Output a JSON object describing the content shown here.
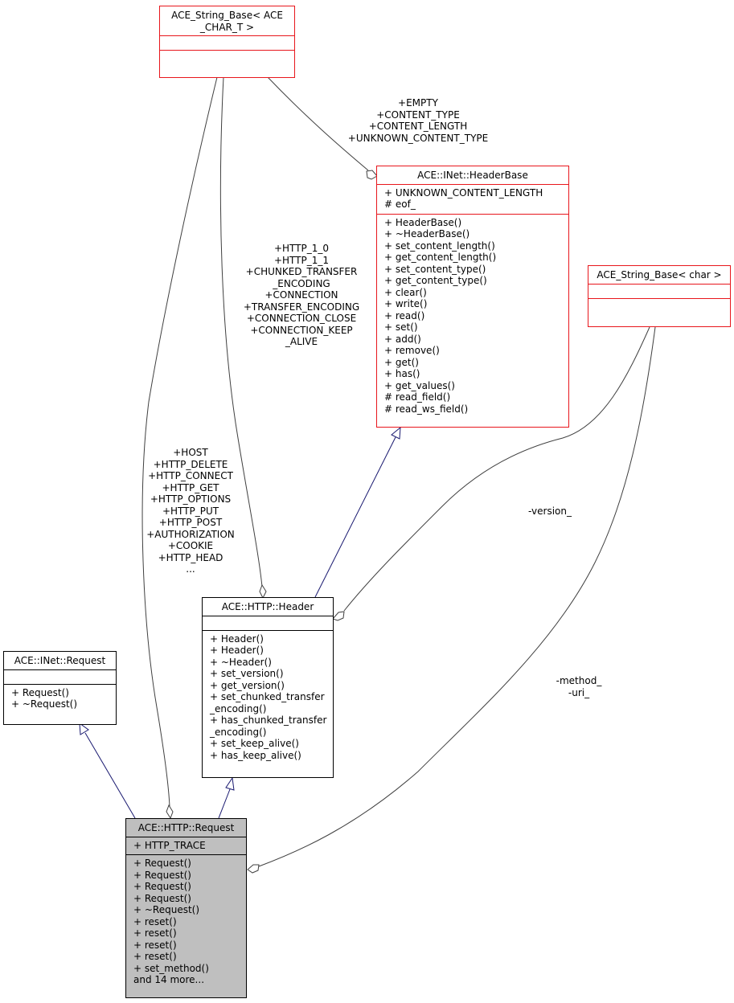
{
  "classes": {
    "string_base_char_t": {
      "title": [
        "ACE_String_Base< ACE",
        "_CHAR_T >"
      ],
      "attributes": [],
      "methods": []
    },
    "header_base": {
      "title": [
        "ACE::INet::HeaderBase"
      ],
      "attributes": [
        "+ UNKNOWN_CONTENT_LENGTH",
        "# eof_"
      ],
      "methods": [
        "+ HeaderBase()",
        "+ ~HeaderBase()",
        "+ set_content_length()",
        "+ get_content_length()",
        "+ set_content_type()",
        "+ get_content_type()",
        "+ clear()",
        "+ write()",
        "+ read()",
        "+ set()",
        "+ add()",
        "+ remove()",
        "+ get()",
        "+ has()",
        "+ get_values()",
        "# read_field()",
        "# read_ws_field()"
      ]
    },
    "string_base_char": {
      "title": [
        "ACE_String_Base< char >"
      ],
      "attributes": [],
      "methods": []
    },
    "http_header": {
      "title": [
        "ACE::HTTP::Header"
      ],
      "attributes": [],
      "methods": [
        "+ Header()",
        "+ Header()",
        "+ ~Header()",
        "+ set_version()",
        "+ get_version()",
        "+ set_chunked_transfer",
        "_encoding()",
        "+ has_chunked_transfer",
        "_encoding()",
        "+ set_keep_alive()",
        "+ has_keep_alive()"
      ]
    },
    "inet_request": {
      "title": [
        "ACE::INet::Request"
      ],
      "attributes": [],
      "methods": [
        "+ Request()",
        "+ ~Request()"
      ]
    },
    "http_request": {
      "title": [
        "ACE::HTTP::Request"
      ],
      "attributes": [
        "+ HTTP_TRACE"
      ],
      "methods": [
        "+ Request()",
        "+ Request()",
        "+ Request()",
        "+ Request()",
        "+ ~Request()",
        "+ reset()",
        "+ reset()",
        "+ reset()",
        "+ reset()",
        "+ set_method()",
        "and 14 more..."
      ]
    }
  },
  "edge_labels": {
    "header_base_statics": [
      "+EMPTY",
      "+CONTENT_TYPE",
      "+CONTENT_LENGTH",
      "+UNKNOWN_CONTENT_TYPE"
    ],
    "header_statics": [
      "+HTTP_1_0",
      "+HTTP_1_1",
      "+CHUNKED_TRANSFER",
      "_ENCODING",
      "+CONNECTION",
      "+TRANSFER_ENCODING",
      "+CONNECTION_CLOSE",
      "+CONNECTION_KEEP",
      "_ALIVE"
    ],
    "request_statics": [
      "+HOST",
      "+HTTP_DELETE",
      "+HTTP_CONNECT",
      "+HTTP_GET",
      "+HTTP_OPTIONS",
      "+HTTP_PUT",
      "+HTTP_POST",
      "+AUTHORIZATION",
      "+COOKIE",
      "+HTTP_HEAD",
      "..."
    ],
    "version": [
      "-version_"
    ],
    "method_uri": [
      "-method_",
      "-uri_"
    ]
  },
  "colors": {
    "class_border_highlight": "#e8161c",
    "class_border": "#000000",
    "focus_fill": "#bfbfbf",
    "inheritance_edge": "#191970",
    "usage_edge": "#404040"
  }
}
